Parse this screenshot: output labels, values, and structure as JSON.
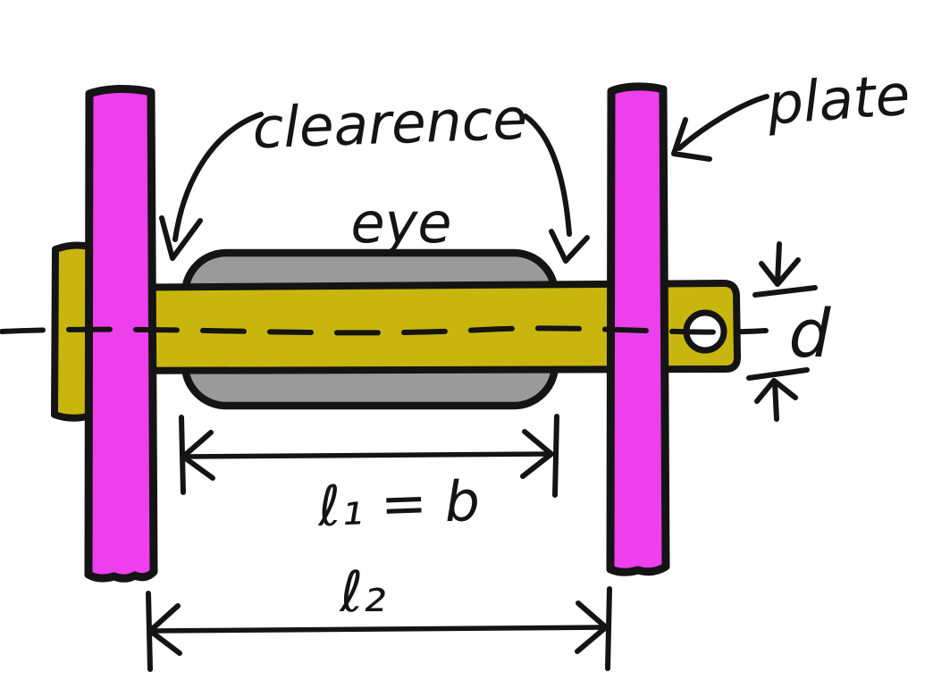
{
  "diagram": {
    "labels": {
      "clearance": "clearence",
      "eye": "eye",
      "plate": "plate",
      "length_inner": "ℓ₁ = b",
      "length_outer": "ℓ₂",
      "diameter": "d"
    },
    "colors": {
      "plate_fill": "#ee3fec",
      "pin_fill": "#c8b60e",
      "eye_fill": "#9a9a9a",
      "ink": "#141414",
      "background": "#ffffff"
    }
  }
}
